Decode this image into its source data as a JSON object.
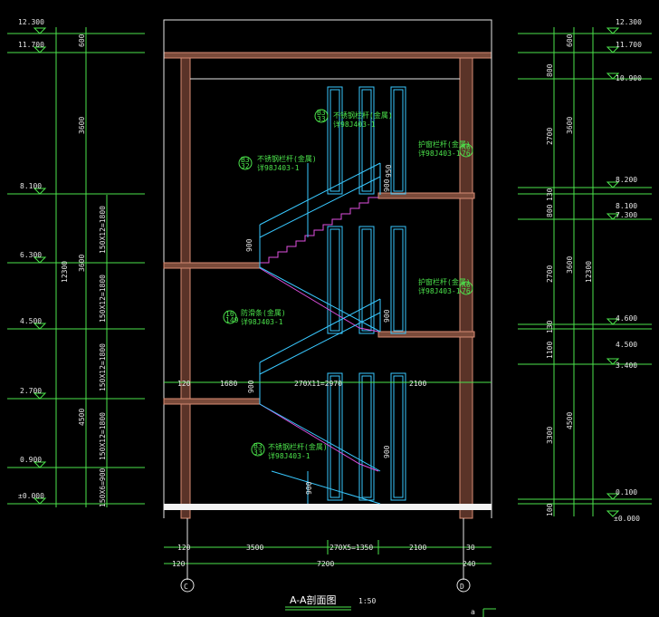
{
  "title": {
    "text": "A-A剖面图",
    "scale": "1:50"
  },
  "level_marks_left": [
    "12.300",
    "11.700",
    "8.100",
    "6.300",
    "4.500",
    "2.700",
    "0.900",
    "±0.000"
  ],
  "level_marks_right": [
    "12.300",
    "11.700",
    "10.900",
    "8.200",
    "8.100",
    "7.300",
    "4.600",
    "4.500",
    "3.400",
    "0.100",
    "±0.000"
  ],
  "left_dims_inner": [
    "600",
    "3600",
    "150X12=1800",
    "150X12=1800",
    "150X12=1800",
    "150X12=1800",
    "150X6=900"
  ],
  "left_dims_outer": [
    "12300",
    "3600",
    "4500"
  ],
  "right_dims_inner": [
    "600",
    "800",
    "2700",
    "130",
    "800",
    "2700",
    "130",
    "1100",
    "3300",
    "100"
  ],
  "right_dims_outer": [
    "3600",
    "3600",
    "4500",
    "12300"
  ],
  "bottom_dims_row1": [
    "120",
    "3500",
    "270X5=1350",
    "2100",
    "30"
  ],
  "bottom_dims_row2": [
    "120",
    "7200",
    "240"
  ],
  "axis_labels": [
    "C",
    "D"
  ],
  "mid_dims": [
    "120",
    "1680",
    "270X11=2970",
    "2100"
  ],
  "height_labels": [
    "950",
    "900",
    "900",
    "900",
    "900",
    "900",
    "900"
  ],
  "callouts": [
    {
      "ref": "B3",
      "code": "33",
      "line1": "不锈钢栏杆(金属)",
      "line2": "详98J403-1"
    },
    {
      "ref": "B3",
      "code": "32",
      "line1": "不锈钢栏杆(金属)",
      "line2": "详98J403-1"
    },
    {
      "ref": "K6",
      "code": "76",
      "line1": "护窗栏杆(金属)",
      "line2": "详98J403-1"
    },
    {
      "ref": "K6",
      "code": "76",
      "line1": "护窗栏杆(金属)",
      "line2": "详98J403-1"
    },
    {
      "ref": "16",
      "code": "149",
      "line1": "防滑条(金属)",
      "line2": "详98J403-1"
    },
    {
      "ref": "B3",
      "code": "33",
      "line1": "不锈钢栏杆(金属)",
      "line2": "详98J403-1"
    }
  ],
  "corner_label": "a"
}
